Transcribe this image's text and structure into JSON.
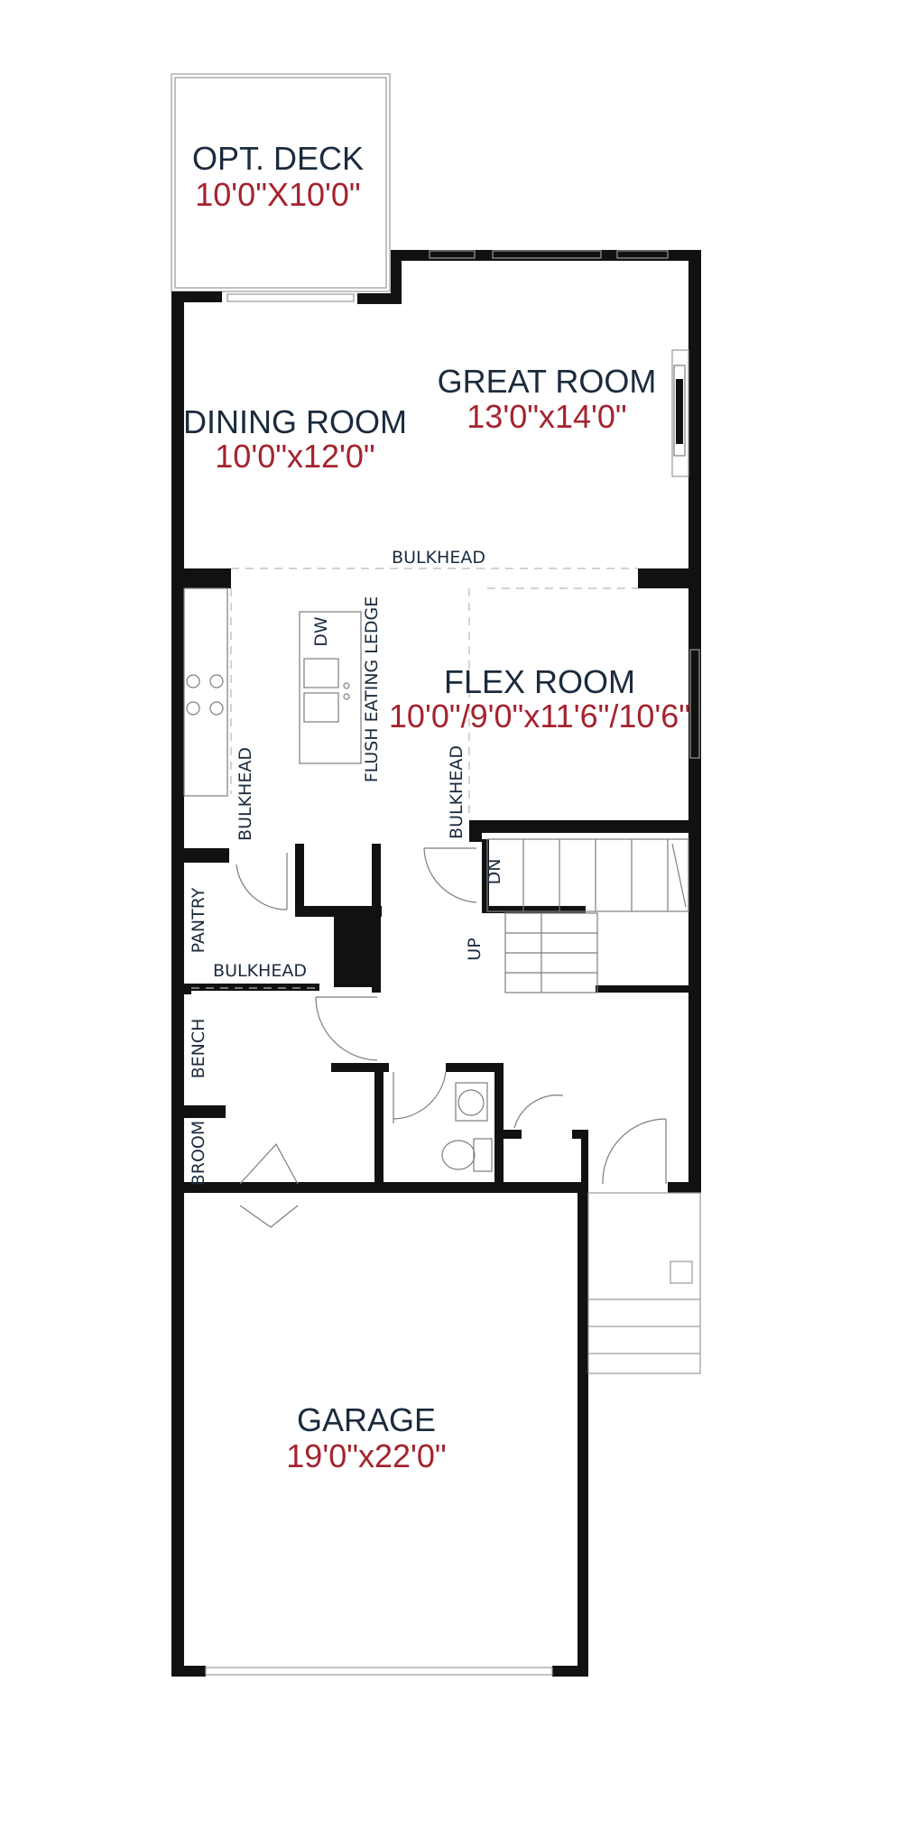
{
  "rooms": {
    "deck": {
      "name": "OPT. DECK",
      "dim": "10'0\"X10'0\""
    },
    "great": {
      "name": "GREAT ROOM",
      "dim": "13'0\"x14'0\""
    },
    "dining": {
      "name": "DINING ROOM",
      "dim": "10'0\"x12'0\""
    },
    "flex": {
      "name": "FLEX ROOM",
      "dim": "10'0\"/9'0\"x11'6\"/10'6\""
    },
    "garage": {
      "name": "GARAGE",
      "dim": "19'0\"x22'0\""
    }
  },
  "labels": {
    "bulkhead_top": "BULKHEAD",
    "dw": "DW",
    "eating_ledge": "FLUSH EATING LEDGE",
    "bulkhead_kitchen": "BULKHEAD",
    "bulkhead_stair": "BULKHEAD",
    "dn": "DN",
    "up": "UP",
    "pantry": "PANTRY",
    "bulkhead_pantry": "BULKHEAD",
    "bench": "BENCH",
    "broom": "BROOM"
  },
  "colors": {
    "wall": "#111111",
    "name_text": "#1b2b3d",
    "dim_text": "#a4232e"
  }
}
